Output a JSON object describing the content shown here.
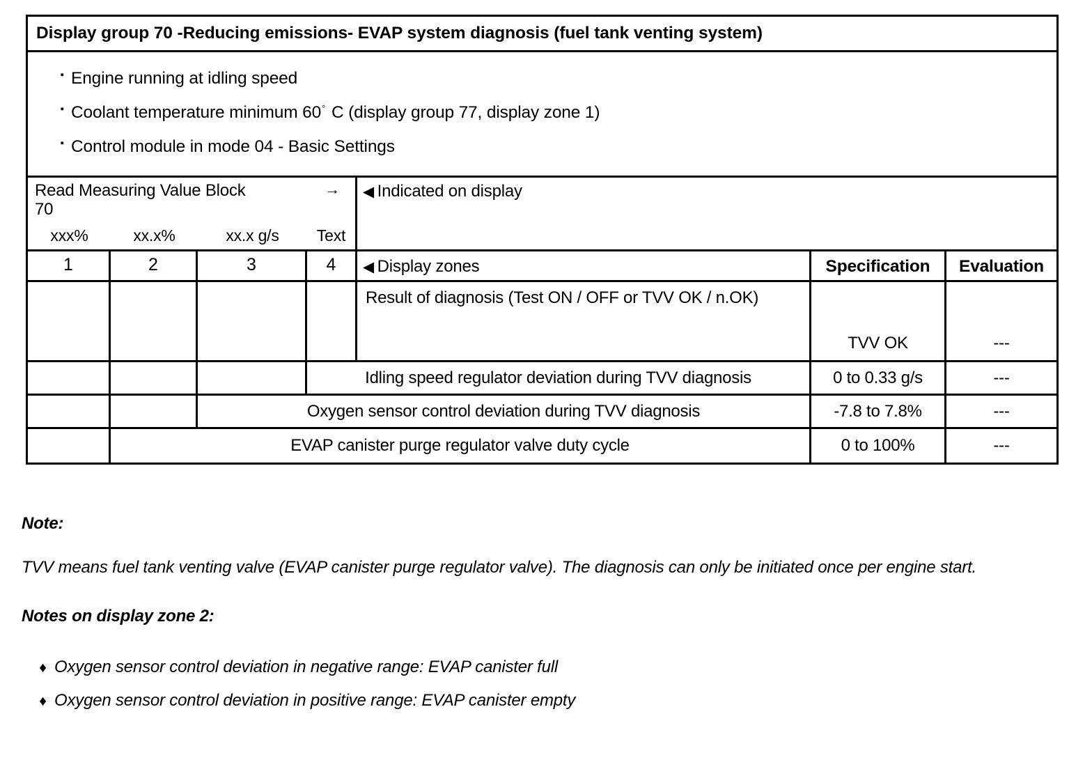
{
  "document": {
    "title": "Display group 70 -Reducing emissions- EVAP system diagnosis (fuel tank venting system)"
  },
  "preconditions": [
    {
      "bullet": "square-bullet",
      "text_before": "Engine running at idling speed",
      "degree": "",
      "text_after": ""
    },
    {
      "bullet": "square-bullet",
      "text_before": "Coolant temperature minimum 60",
      "degree": "°",
      "text_after": " C (display group 77, display zone 1)"
    },
    {
      "bullet": "square-bullet",
      "text_before": "Control module in mode 04 - Basic Settings",
      "degree": "",
      "text_after": ""
    }
  ],
  "measuring_block": {
    "title": "Read Measuring Value Block",
    "arrow_icon": "→",
    "group": "70",
    "units": [
      "xxx%",
      "xx.x%",
      "xx.x g/s",
      "Text"
    ],
    "indicated_marker": "◀",
    "indicated_label": "Indicated on display",
    "zone_marker": "◀",
    "zone_label": "Display zones",
    "zone_numbers": [
      "1",
      "2",
      "3",
      "4"
    ],
    "col_spec_header": "Specification",
    "col_eval_header": "Evaluation"
  },
  "rows": [
    {
      "zone": "1",
      "description": "Result of diagnosis (Test ON / OFF or TVV OK / n.OK)",
      "specification": "TVV OK",
      "evaluation": "---"
    },
    {
      "zone": "2",
      "description": "Idling speed regulator deviation during TVV diagnosis",
      "specification": "0 to 0.33 g/s",
      "evaluation": "---"
    },
    {
      "zone": "3",
      "description": "Oxygen sensor control deviation during TVV diagnosis",
      "specification": "-7.8 to 7.8%",
      "evaluation": "---"
    },
    {
      "zone": "4",
      "description": "EVAP canister purge regulator valve duty cycle",
      "specification": "0 to 100%",
      "evaluation": "---"
    }
  ],
  "notes": {
    "heading": "Note:",
    "body": "TVV means fuel tank venting valve (EVAP canister purge regulator valve). The diagnosis can only be initiated once per engine start.",
    "heading2": "Notes on display zone 2:",
    "bullets": [
      {
        "bullet": "diamond-bullet",
        "text": "Oxygen sensor control deviation in negative range: EVAP canister full"
      },
      {
        "bullet": "diamond-bullet",
        "text": "Oxygen sensor control deviation in positive range: EVAP canister empty"
      }
    ]
  },
  "glyphs": {
    "square_bullet": "▪",
    "diamond_bullet": "♦"
  }
}
